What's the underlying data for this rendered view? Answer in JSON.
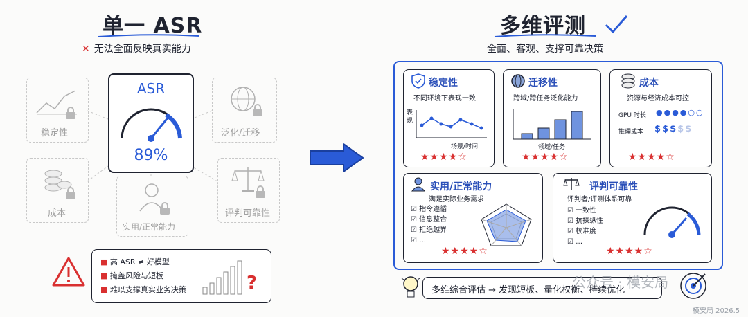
{
  "left": {
    "title": "单一 ASR",
    "subtitle": "无法全面反映真实能力",
    "gauge": {
      "label": "ASR",
      "value": "89%"
    },
    "dims": {
      "stability": "稳定性",
      "generalize": "泛化/迁移",
      "cost": "成本",
      "practical": "实用/正常能力",
      "reliability": "评判可靠性"
    },
    "warnings": [
      "高 ASR ≠ 好模型",
      "掩盖风险与短板",
      "难以支撑真实业务决策"
    ]
  },
  "right": {
    "title": "多维评测",
    "subtitle": "全面、客观、支撑可靠决策",
    "stability": {
      "title": "稳定性",
      "desc": "不同环境下表现一致",
      "ylabel": "表现",
      "xlabel": "场景/时间",
      "stars": "★★★★☆"
    },
    "transfer": {
      "title": "迁移性",
      "desc": "跨域/跨任务泛化能力",
      "xlabel": "领域/任务",
      "stars": "★★★★☆"
    },
    "cost": {
      "title": "成本",
      "desc": "资源与经济成本可控",
      "gpu_label": "GPU 时长",
      "infer_label": "推理成本",
      "gpu_dots": "●●●●○○",
      "infer_dollars": "$$$",
      "infer_dollars_dim": "$$",
      "stars": "★★★★☆"
    },
    "practical": {
      "title": "实用/正常能力",
      "desc": "满足实际业务需求",
      "items": [
        "指令遵循",
        "信息整合",
        "拒绝越界",
        "…"
      ],
      "stars": "★★★★☆"
    },
    "reliability": {
      "title": "评判可靠性",
      "desc": "评判者/评测体系可靠",
      "items": [
        "一致性",
        "抗操纵性",
        "校准度",
        "…"
      ],
      "stars": "★★★★☆"
    },
    "summary": "多维综合评估 → 发现短板、量化权衡、持续优化"
  },
  "watermark": {
    "brand": "公众号 · 模安局",
    "footer": "模安局 2026.5"
  }
}
